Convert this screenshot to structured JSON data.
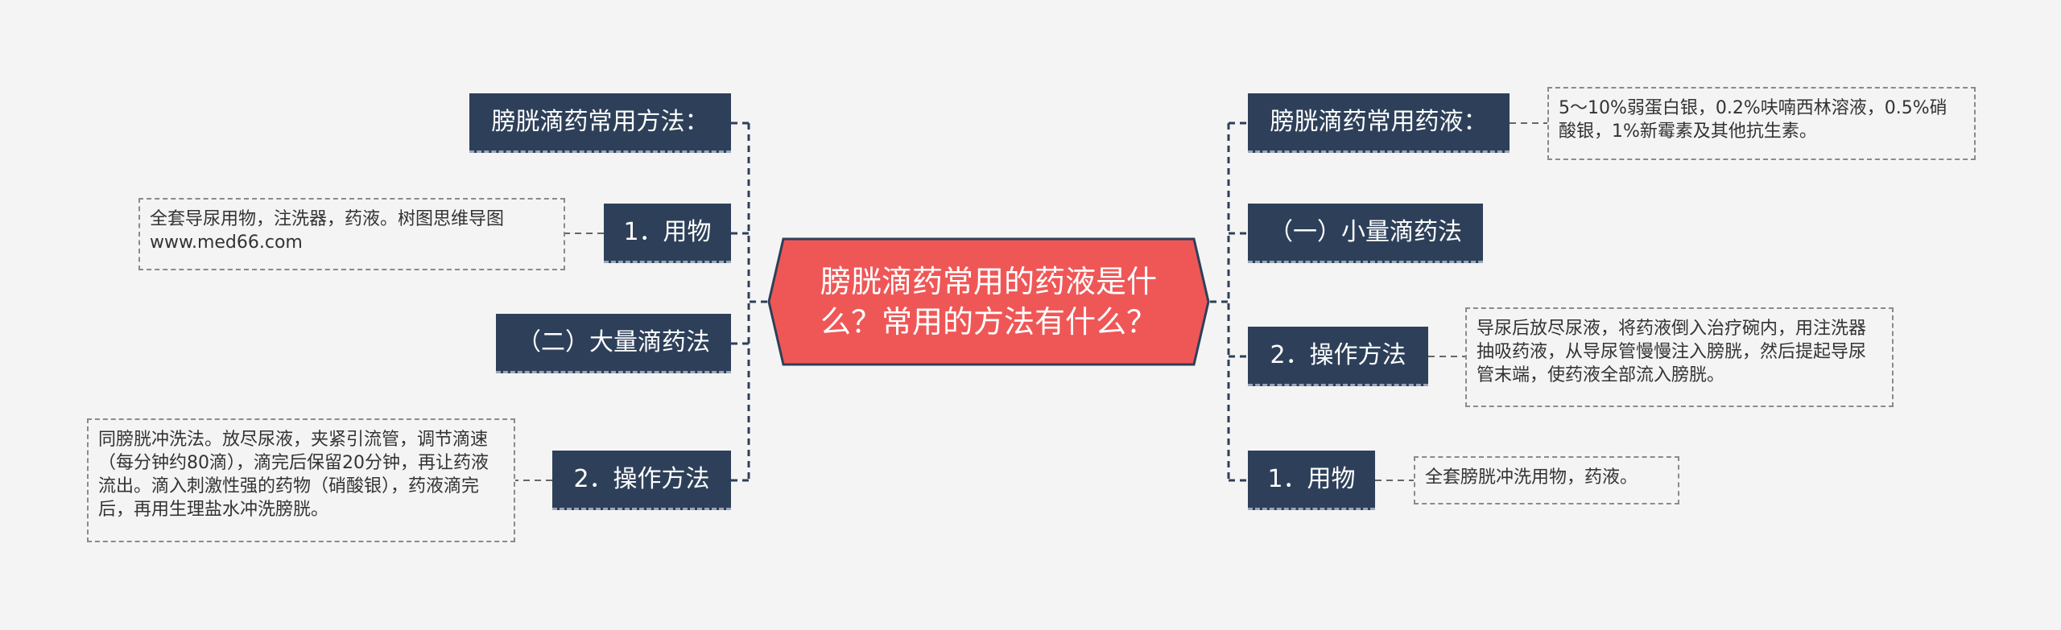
{
  "center": {
    "title": "膀胱滴药常用的药液是什么？常用的方法有什么？"
  },
  "left": {
    "method_title": "膀胱滴药常用方法：",
    "item1": {
      "label": "1．用物",
      "note": "全套导尿用物，注洗器，药液。树图思维导图www.med66.com"
    },
    "large_method": "（二）大量滴药法",
    "item2": {
      "label": "2．操作方法",
      "note": "同膀胱冲洗法。放尽尿液，夹紧引流管，调节滴速（每分钟约80滴），滴完后保留20分钟，再让药液流出。滴入刺激性强的药物（硝酸银），药液滴完后，再用生理盐水冲洗膀胱。"
    }
  },
  "right": {
    "drug_title": "膀胱滴药常用药液：",
    "drug_note": "5～10%弱蛋白银，0.2%呋喃西林溶液，0.5%硝酸银，1%新霉素及其他抗生素。",
    "small_method": "（一）小量滴药法",
    "item2": {
      "label": "2．操作方法",
      "note": "导尿后放尽尿液，将药液倒入治疗碗内，用注洗器抽吸药液，从导尿管慢慢注入膀胱，然后提起导尿管末端，使药液全部流入膀胱。"
    },
    "item1": {
      "label": "1．用物",
      "note": "全套膀胱冲洗用物，药液。"
    }
  },
  "colors": {
    "center_fill": "#ef5757",
    "node_fill": "#2e4059",
    "line": "#2e4059",
    "background": "#f4f4f4"
  }
}
